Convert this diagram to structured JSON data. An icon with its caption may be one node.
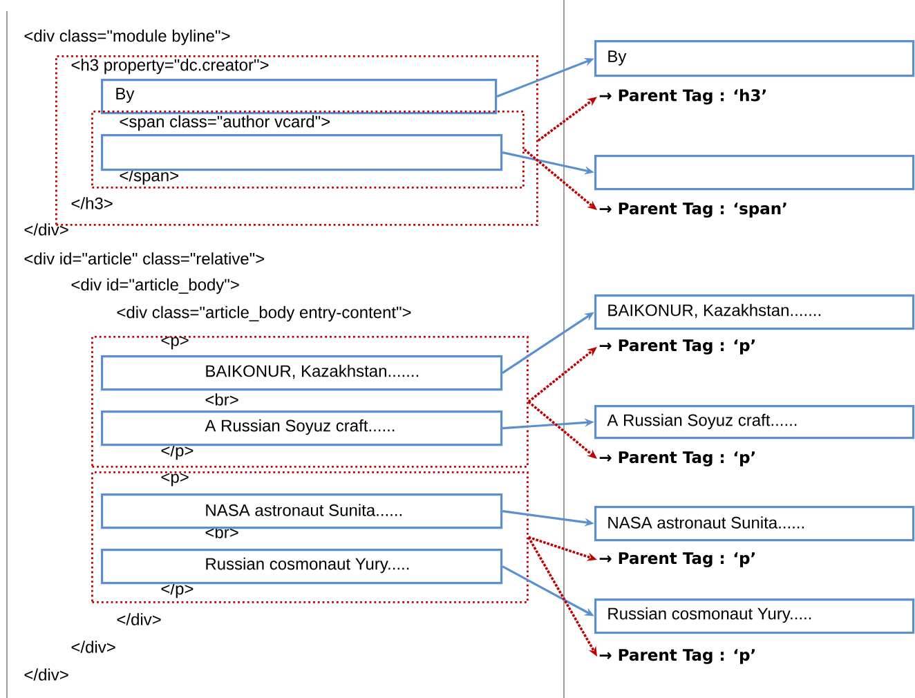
{
  "diagram": {
    "nodes": [
      {
        "text": [
          "<h3 property=\"dc.creator\">",
          "</h3>"
        ]
      },
      {
        "text": [
          "By"
        ],
        "in": 0
      },
      {
        "text": [
          "<span class=\"author vcard\">",
          "</span>"
        ],
        "in": 0
      },
      {
        "text": [],
        "shape": "box",
        "in": 2
      },
      {
        "text": [
          "<p>",
          "<br>",
          "</p>"
        ]
      },
      {
        "text": [
          "BAIKONUR, Kazakhstan......."
        ],
        "in": 4
      },
      {
        "text": [
          "A Russian Soyuz craft......"
        ],
        "in": 4
      },
      {
        "text": [
          "<p>",
          "<br>",
          "</p>"
        ]
      },
      {
        "text": [
          "NASA astronaut Sunita......"
        ],
        "in": 7
      },
      {
        "text": [
          "Russian cosmonaut Yury....."
        ],
        "in": 7
      },
      {
        "text": [
          "By"
        ]
      },
      {
        "text": [
          "→ Parent Tag : ‘h3’"
        ]
      },
      {
        "text": [],
        "shape": "box"
      },
      {
        "text": [
          "→ Parent Tag : ‘span’"
        ]
      },
      {
        "text": [
          "BAIKONUR, Kazakhstan......."
        ]
      },
      {
        "text": [
          "→ Parent Tag : ‘p’"
        ]
      },
      {
        "text": [
          "A Russian Soyuz craft......"
        ]
      },
      {
        "text": [
          "→ Parent Tag : ‘p’"
        ]
      },
      {
        "text": [
          "NASA astronaut Sunita......"
        ]
      },
      {
        "text": [
          "→ Parent Tag : ‘p’"
        ]
      },
      {
        "text": [
          "Russian cosmonaut Yury....."
        ]
      },
      {
        "text": [
          "→ Parent Tag : ‘p’"
        ]
      }
    ],
    "edges": [
      {
        "from": 1,
        "to": 10,
        "arrow": "to"
      },
      {
        "from": 0,
        "to": 11,
        "arrow": "to",
        "style": "dashed",
        "color": "#c00000"
      },
      {
        "from": 3,
        "to": 12,
        "arrow": "to"
      },
      {
        "from": 2,
        "to": 13,
        "arrow": "to",
        "style": "dashed",
        "color": "#c00000"
      },
      {
        "from": 5,
        "to": 14,
        "arrow": "to"
      },
      {
        "from": 4,
        "to": 15,
        "arrow": "to",
        "style": "dashed",
        "color": "#c00000"
      },
      {
        "from": 6,
        "to": 16,
        "arrow": "to"
      },
      {
        "from": 4,
        "to": 17,
        "arrow": "to",
        "style": "dashed",
        "color": "#c00000"
      },
      {
        "from": 8,
        "to": 18,
        "arrow": "to"
      },
      {
        "from": 7,
        "to": 19,
        "arrow": "to",
        "style": "dashed",
        "color": "#c00000"
      },
      {
        "from": 9,
        "to": 20,
        "arrow": "to"
      },
      {
        "from": 7,
        "to": 21,
        "arrow": "to",
        "style": "dashed",
        "color": "#c00000"
      }
    ],
    "labels": [
      "<div class=\"module byline\">",
      "</div>",
      "<div id=\"article\" class=\"relative\">",
      "<div id=\"article_body\">",
      "<div class=\"article_body entry-content\">",
      "</div>",
      "</div>",
      "</div>"
    ]
  }
}
